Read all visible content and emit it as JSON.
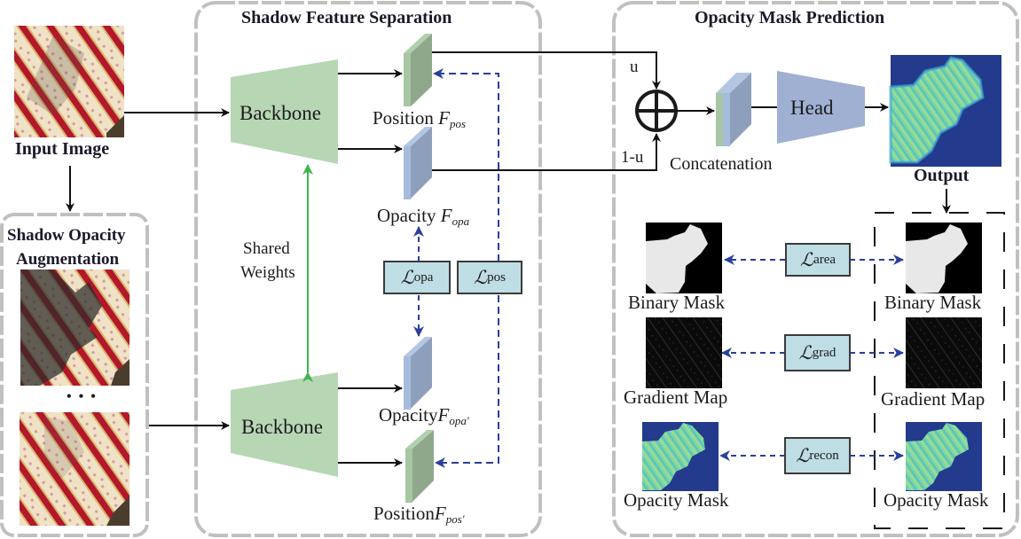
{
  "sections": {
    "augmentation": {
      "title_line1": "Shadow Opacity",
      "title_line2": "Augmentation",
      "ellipsis": "• • •"
    },
    "separation": {
      "title": "Shadow Feature Separation"
    },
    "prediction": {
      "title": "Opacity Mask Prediction"
    }
  },
  "input": {
    "label": "Input Image"
  },
  "backbones": [
    {
      "label": "Backbone"
    },
    {
      "label": "Backbone"
    }
  ],
  "shared_weights": {
    "line1": "Shared",
    "line2": "Weights"
  },
  "features": {
    "pos": {
      "word": "Position",
      "symbol": "F",
      "sub": "pos"
    },
    "opa": {
      "word": "Opacity",
      "symbol": "F",
      "sub": "opa"
    },
    "opa_prime": {
      "word": "Opacity",
      "symbol": "F",
      "sub": "opa′"
    },
    "pos_prime": {
      "word": "Position",
      "symbol": "F",
      "sub": "pos′"
    }
  },
  "losses": {
    "opa": {
      "symbol": "ℒ",
      "sub": "opa"
    },
    "pos": {
      "symbol": "ℒ",
      "sub": "pos"
    },
    "area": {
      "symbol": "ℒ",
      "sub": "area"
    },
    "grad": {
      "symbol": "ℒ",
      "sub": "grad"
    },
    "recon": {
      "symbol": "ℒ",
      "sub": "recon"
    }
  },
  "fusion": {
    "weight_top": "u",
    "weight_bottom": "1-u",
    "operator_icon": "circled-plus-icon",
    "concat_label": "Concatenation"
  },
  "head": {
    "label": "Head"
  },
  "output": {
    "label": "Output"
  },
  "supervision_rows": [
    {
      "left_label": "Binary Mask",
      "right_label": "Binary Mask"
    },
    {
      "left_label": "Gradient Map",
      "right_label": "Gradient Map"
    },
    {
      "left_label": "Opacity Mask",
      "right_label": "Opacity Mask"
    }
  ],
  "colors": {
    "backbone": "#b7d6b4",
    "pos_feature": "#8fa88c",
    "opa_feature": "#8e9fbc",
    "head": "#9fb0d2",
    "loss_box": "#bfdde4",
    "loss_arrow": "#2a3f99",
    "shared_arrow": "#3cb54a",
    "panel_border": "#c0c0c0"
  }
}
